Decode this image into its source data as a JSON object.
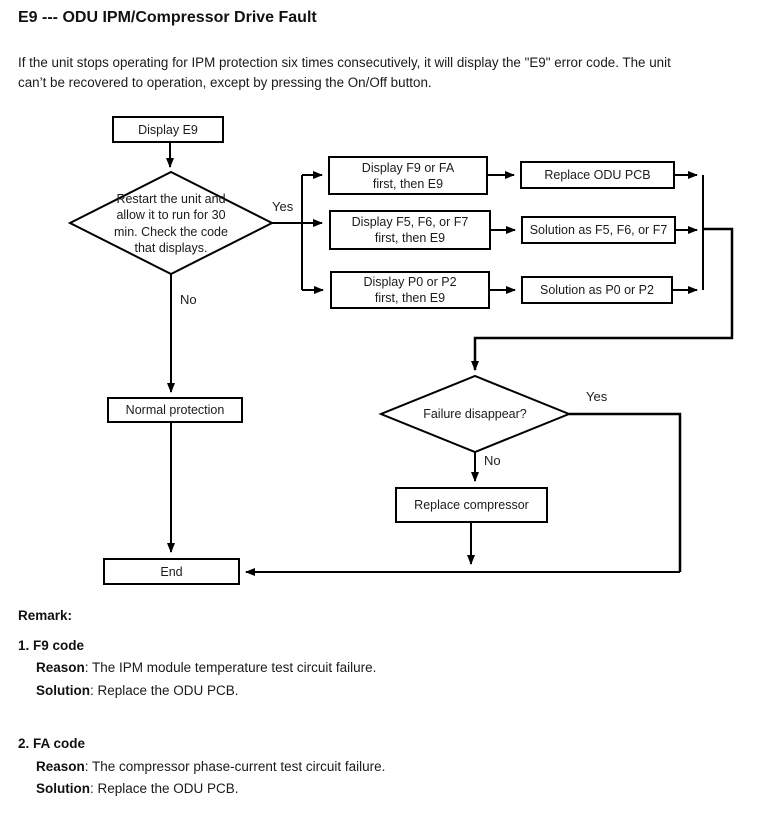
{
  "header": {
    "title": "E9 --- ODU IPM/Compressor Drive Fault",
    "intro": "If the unit stops operating for IPM protection six times consecutively, it will display the \"E9\" error code. The unit\ncan’t be recovered to operation, except by pressing the On/Off button."
  },
  "flowchart": {
    "nodes": {
      "display_e9": "Display E9",
      "restart_decision": "Restart the unit and\nallow it to run for 30\nmin. Check the code\nthat displays.",
      "display_f9_fa": "Display F9 or FA\nfirst, then E9",
      "display_f5_f6_f7": "Display F5, F6, or F7\nfirst, then E9",
      "display_p0_p2": "Display P0 or P2\nfirst, then E9",
      "replace_odu_pcb": "Replace ODU PCB",
      "solution_f5_f6_f7": "Solution as F5, F6, or F7",
      "solution_p0_p2": "Solution as P0 or P2",
      "failure_disappear": "Failure disappear?",
      "normal_protection": "Normal protection",
      "replace_compressor": "Replace compressor",
      "end": "End"
    },
    "labels": {
      "yes_restart": "Yes",
      "no_restart": "No",
      "yes_failure": "Yes",
      "no_failure": "No"
    },
    "line_color": "#000000"
  },
  "remark": {
    "heading": "Remark:",
    "items": [
      {
        "title": "1. F9 code",
        "reason_label": "Reason",
        "reason_text": ": The IPM module temperature test circuit failure.",
        "solution_label": "Solution",
        "solution_text": ": Replace the ODU PCB."
      },
      {
        "title": "2. FA code",
        "reason_label": "Reason",
        "reason_text": ": The compressor phase-current test circuit failure.",
        "solution_label": "Solution",
        "solution_text": ": Replace the ODU PCB."
      }
    ]
  }
}
